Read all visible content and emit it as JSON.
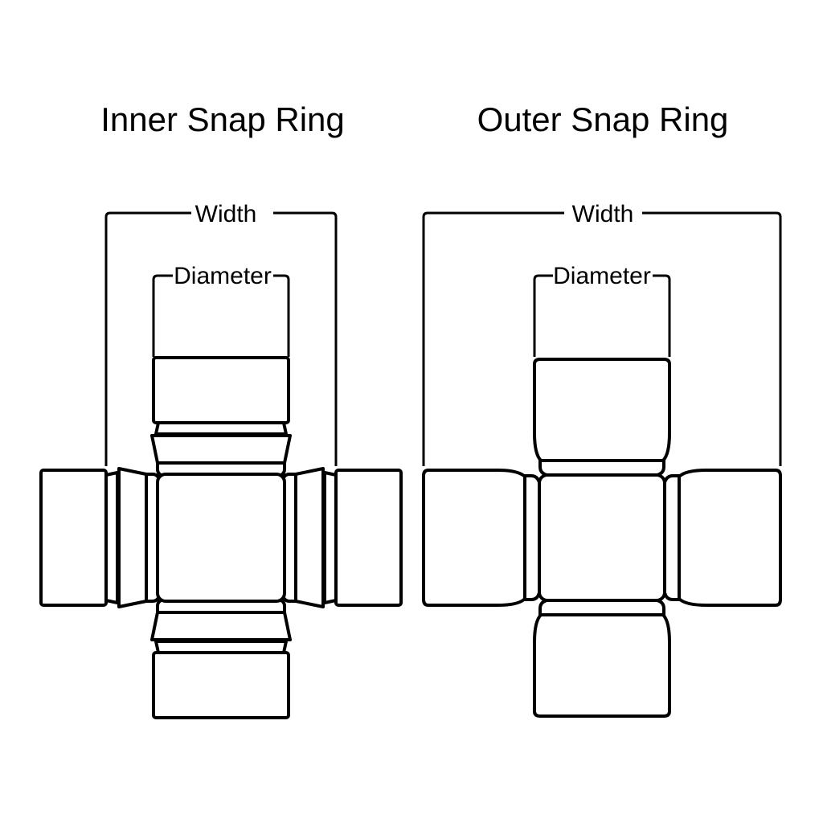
{
  "page": {
    "background_color": "#ffffff",
    "line_color": "#000000",
    "description": "Comparison diagram of universal joint cross with inner snap ring vs outer snap ring, showing Width and Diameter measurement conventions"
  },
  "diagrams": [
    {
      "title": "Inner Snap Ring",
      "labels": {
        "width": "Width",
        "diameter": "Diameter"
      }
    },
    {
      "title": "Outer Snap Ring",
      "labels": {
        "width": "Width",
        "diameter": "Diameter"
      }
    }
  ]
}
